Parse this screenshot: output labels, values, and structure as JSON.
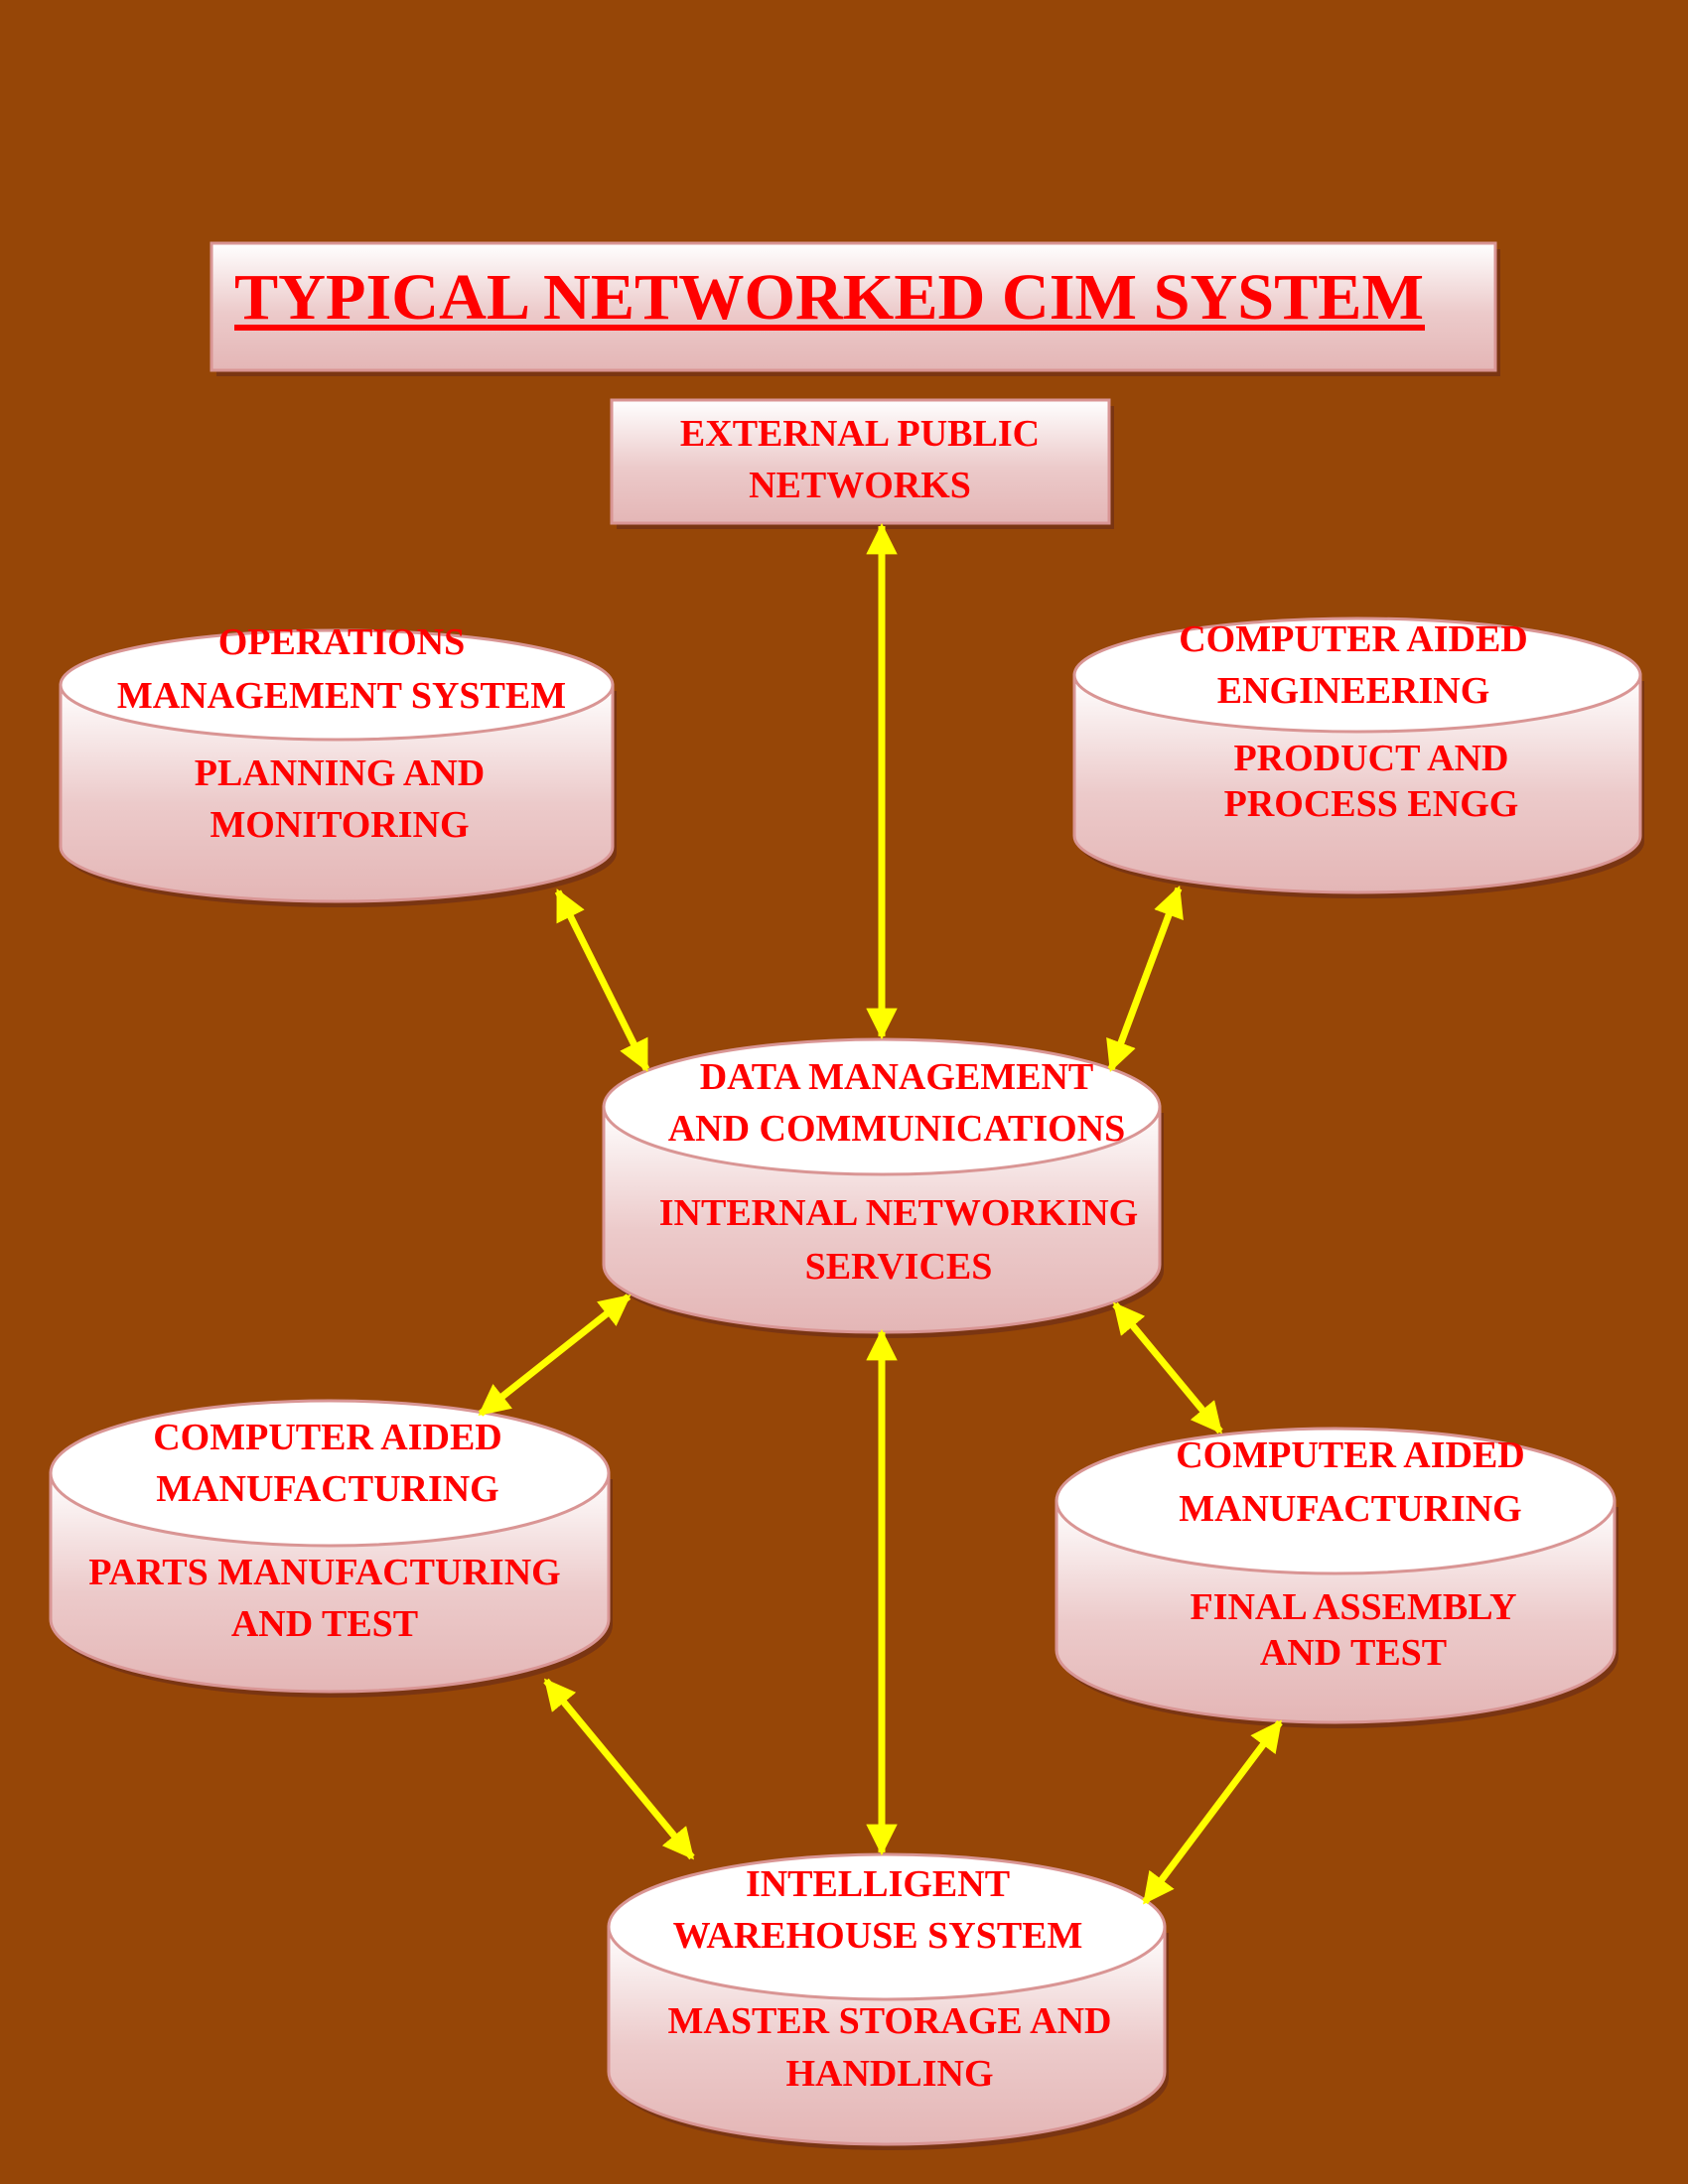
{
  "title": "TYPICAL NETWORKED CIM SYSTEM",
  "colors": {
    "background": "#964607",
    "text": "#ff0000",
    "arrow": "#ffff00",
    "box_top": "#ffffff",
    "box_bottom": "#e5b8b8",
    "box_border": "#d99594"
  },
  "nodes": {
    "external": {
      "line1": "EXTERNAL PUBLIC",
      "line2": "NETWORKS"
    },
    "oms": {
      "line1": "OPERATIONS",
      "line2": "MANAGEMENT SYSTEM",
      "line3": "PLANNING AND",
      "line4": "MONITORING"
    },
    "cae": {
      "line1": "COMPUTER AIDED",
      "line2": "ENGINEERING",
      "line3": "PRODUCT AND",
      "line4": "PROCESS ENGG"
    },
    "dmc": {
      "line1": "DATA MANAGEMENT",
      "line2": "AND COMMUNICATIONS",
      "line3": "INTERNAL NETWORKING",
      "line4": "SERVICES"
    },
    "cam_parts": {
      "line1": "COMPUTER AIDED",
      "line2": "MANUFACTURING",
      "line3": "PARTS MANUFACTURING",
      "line4": "AND TEST"
    },
    "cam_assembly": {
      "line1": "COMPUTER AIDED",
      "line2": "MANUFACTURING",
      "line3": "FINAL ASSEMBLY",
      "line4": "AND TEST"
    },
    "iws": {
      "line1": "INTELLIGENT",
      "line2": "WAREHOUSE SYSTEM",
      "line3": "MASTER STORAGE AND",
      "line4": "HANDLING"
    }
  }
}
